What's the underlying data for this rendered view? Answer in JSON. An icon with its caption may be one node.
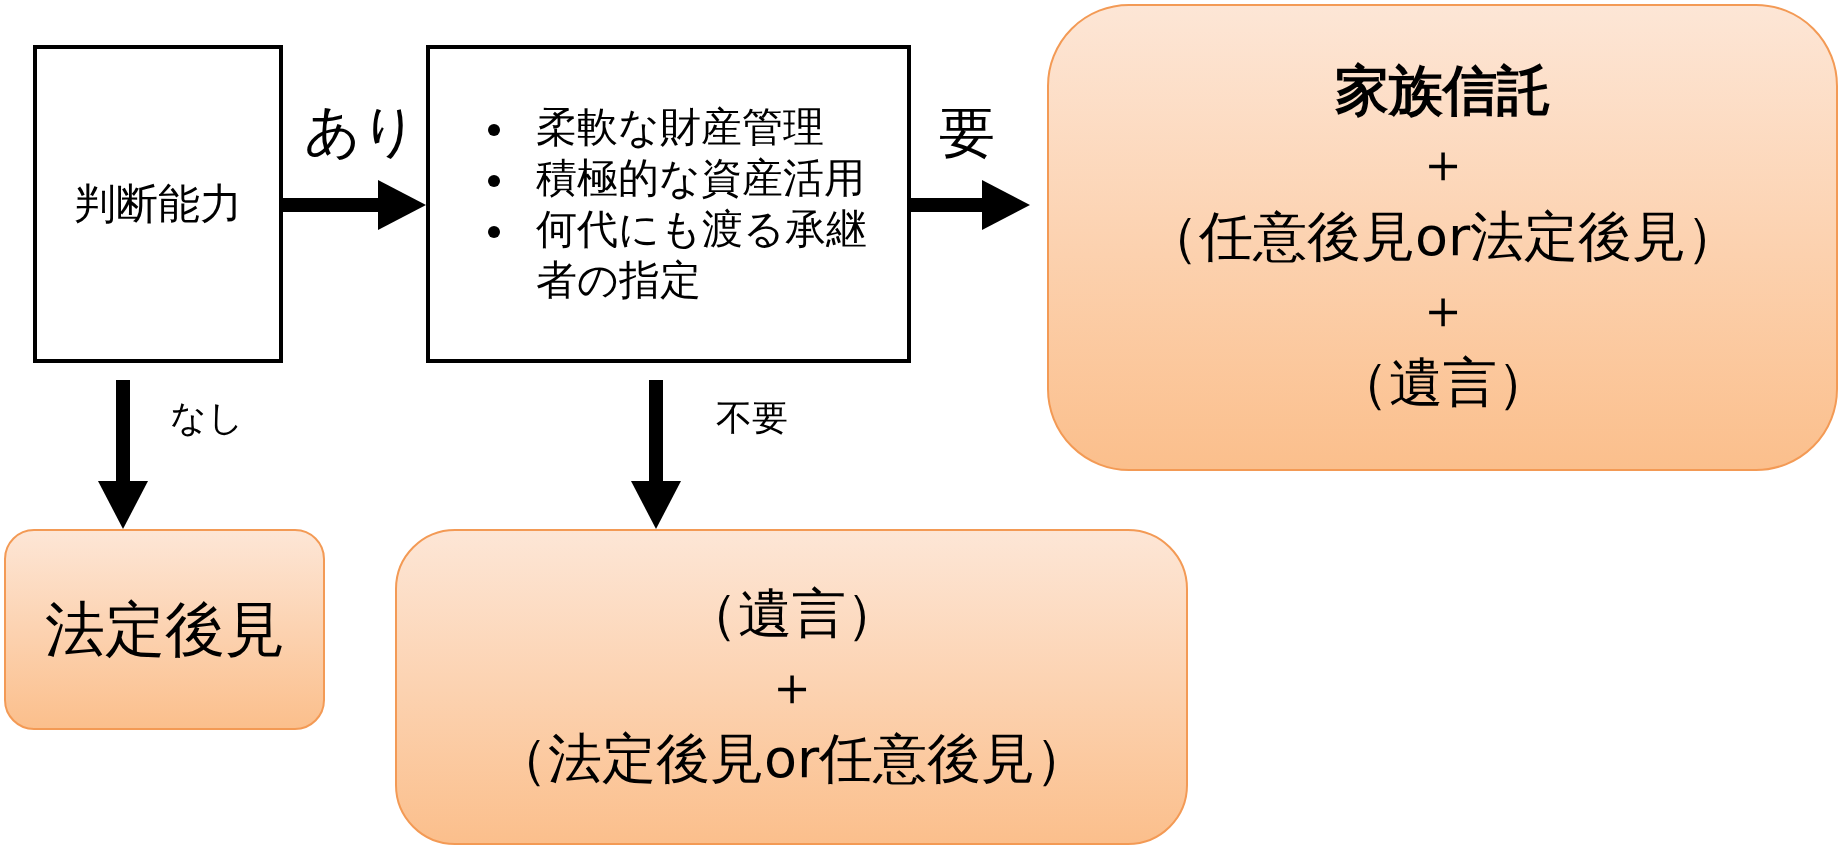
{
  "diagram": {
    "nodes": [
      {
        "text": [
          "判断能力"
        ]
      },
      {
        "text": [
          "柔軟な財産管理",
          "積極的な資産活用",
          "何代にも渡る承継者の指定"
        ]
      },
      {
        "text": [
          "家族信託",
          "＋",
          "（任意後見or法定後見）",
          "＋",
          "（遺言）"
        ]
      },
      {
        "text": [
          "法定後見"
        ]
      },
      {
        "text": [
          "（遺言）",
          "＋",
          "（法定後見or任意後見）"
        ]
      }
    ],
    "edges": [
      {
        "from": 0,
        "to": 1,
        "arrow": "to",
        "label": "あり"
      },
      {
        "from": 1,
        "to": 2,
        "arrow": "to",
        "label": "要"
      },
      {
        "from": 0,
        "to": 3,
        "arrow": "to",
        "label": "なし"
      },
      {
        "from": 1,
        "to": 4,
        "arrow": "to",
        "label": "不要"
      }
    ]
  }
}
